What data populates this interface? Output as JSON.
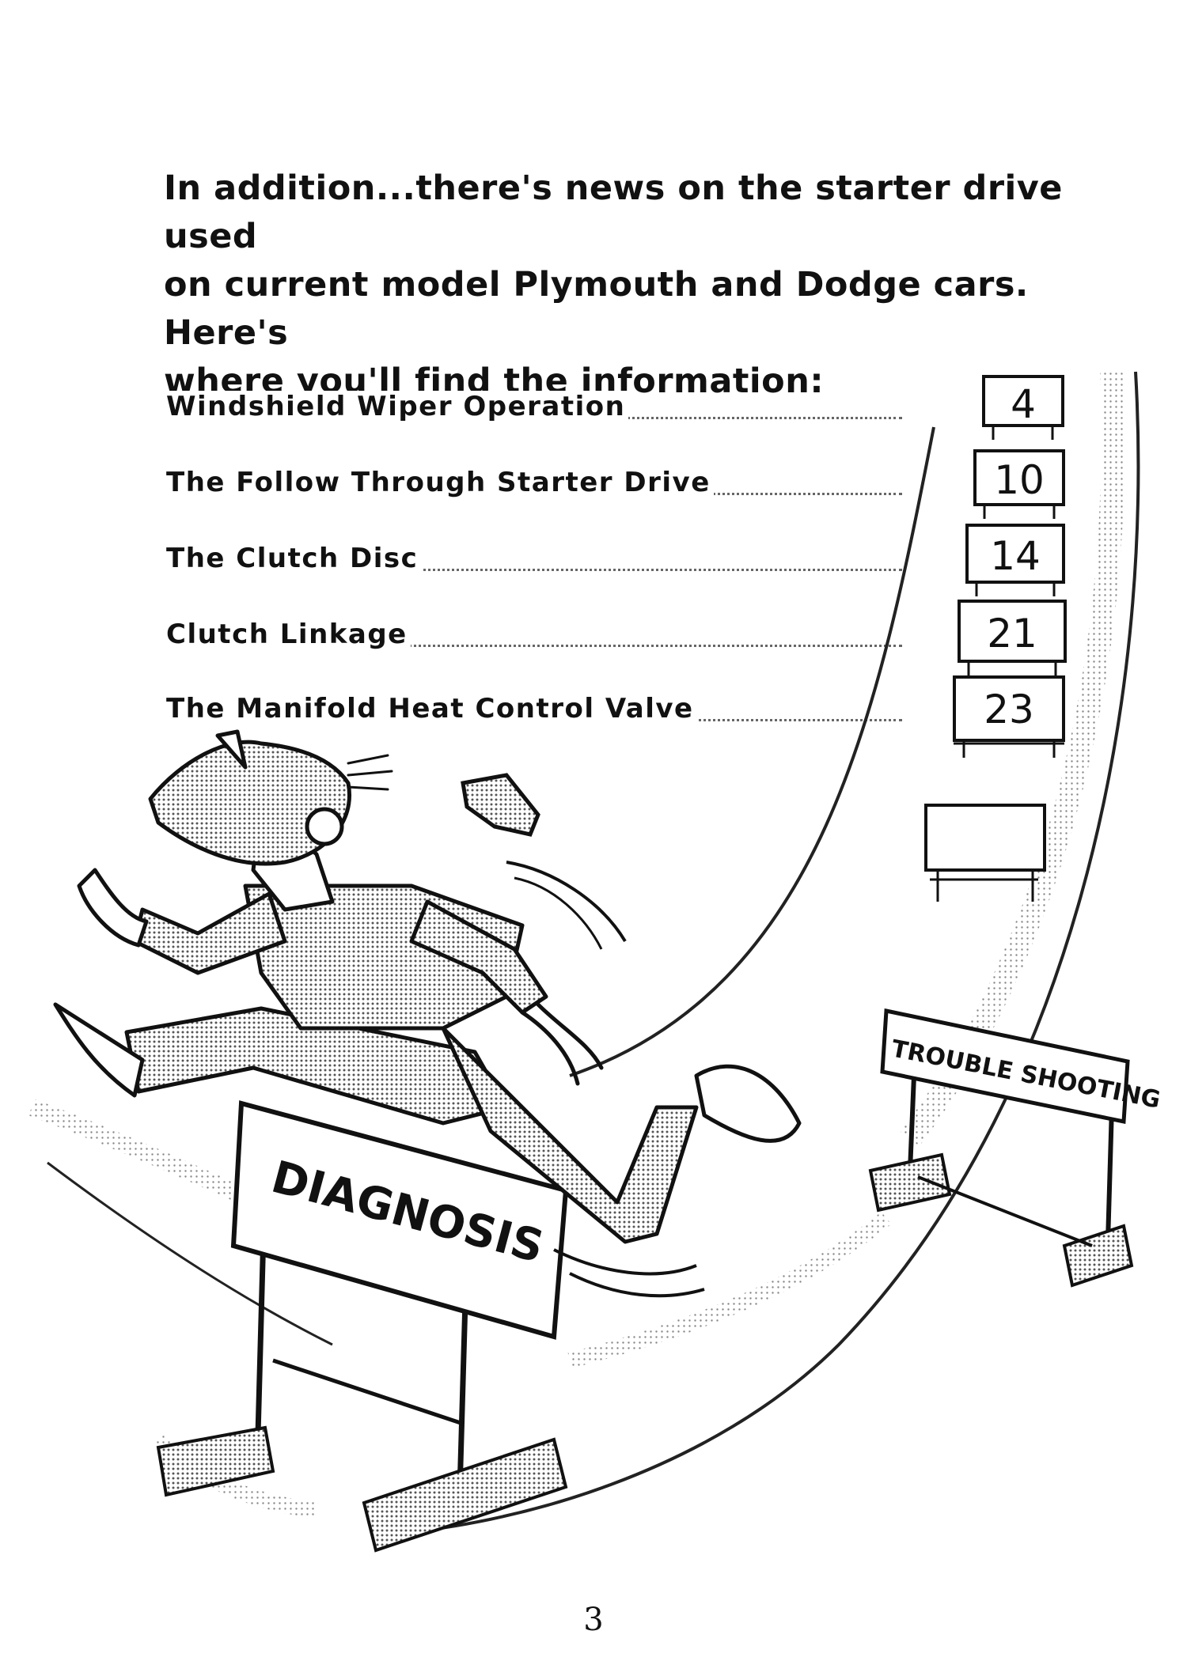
{
  "intro": {
    "line1": "In addition...there's news on the starter drive used",
    "line2": "on current model Plymouth and Dodge cars. Here's",
    "line3": "where you'll find the information:"
  },
  "contents": [
    {
      "title": "Windshield  Wiper  Operation",
      "page": "4"
    },
    {
      "title": "The Follow Through Starter Drive",
      "page": "10"
    },
    {
      "title": "The Clutch Disc",
      "page": "14"
    },
    {
      "title": "Clutch  Linkage",
      "page": "21"
    },
    {
      "title": "The Manifold Heat Control Valve",
      "page": "23"
    }
  ],
  "illustration": {
    "hurdle_front": "DIAGNOSIS",
    "hurdle_back": "TROUBLE SHOOTING"
  },
  "page_number": "3"
}
